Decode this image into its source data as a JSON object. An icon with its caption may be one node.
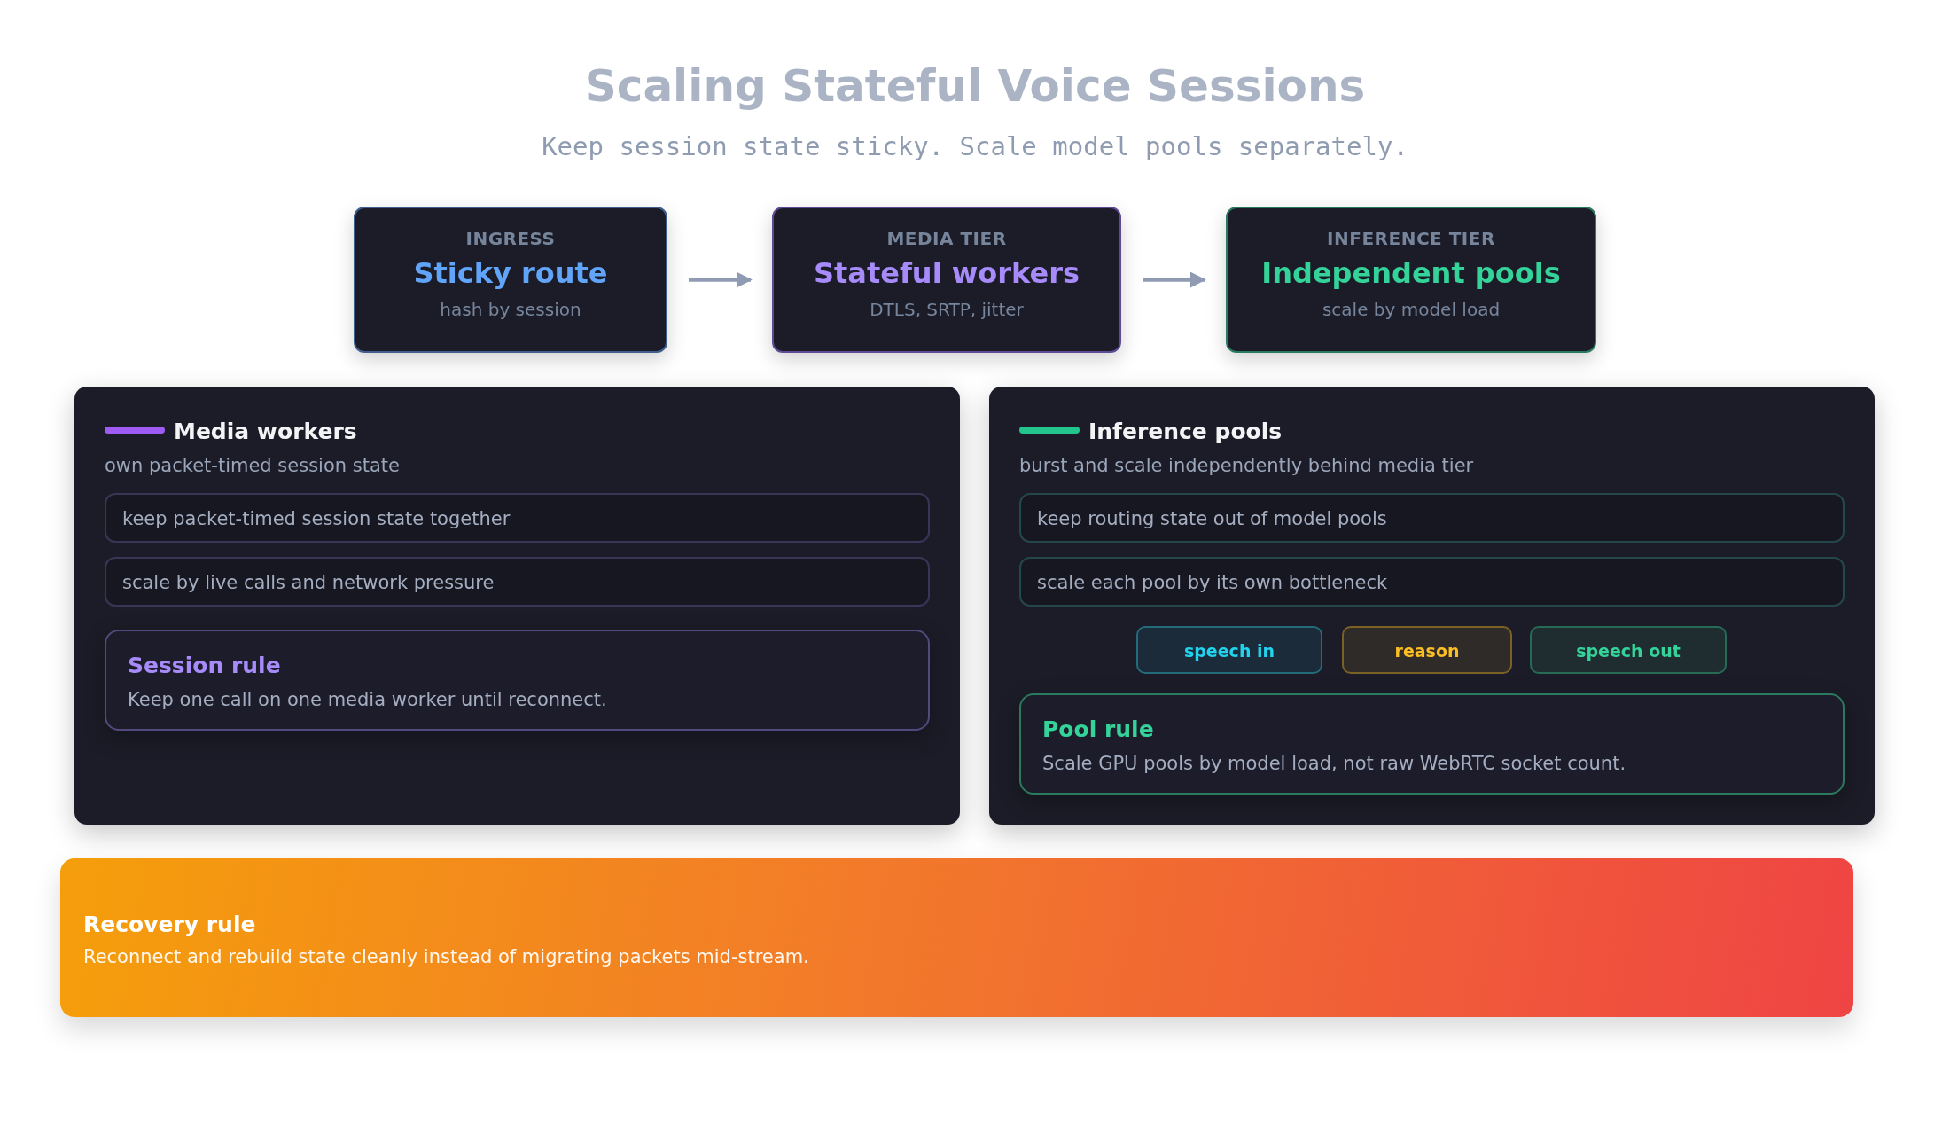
{
  "diagram": {
    "title": "Scaling Stateful Voice Sessions",
    "caption": "Keep session state sticky. Scale model pools separately.",
    "nodes": [
      {
        "text": [
          "INGRESS",
          "Sticky route",
          "hash by session"
        ]
      },
      {
        "text": [
          "MEDIA TIER",
          "Stateful workers",
          "DTLS, SRTP, jitter"
        ]
      },
      {
        "text": [
          "INFERENCE TIER",
          "Independent pools",
          "scale by model load"
        ]
      },
      {
        "text": [
          "Media workers",
          "own packet-timed session state"
        ]
      },
      {
        "text": [
          "keep packet-timed session state together"
        ],
        "in": 3
      },
      {
        "text": [
          "scale by live calls and network pressure"
        ],
        "in": 3
      },
      {
        "text": [
          "Session rule",
          "Keep one call on one media worker until reconnect."
        ],
        "in": 3
      },
      {
        "text": [
          "Inference pools",
          "burst and scale independently behind media tier"
        ]
      },
      {
        "text": [
          "keep routing state out of model pools"
        ],
        "in": 7
      },
      {
        "text": [
          "scale each pool by its own bottleneck"
        ],
        "in": 7
      },
      {
        "text": [
          "speech in"
        ],
        "in": 7
      },
      {
        "text": [
          "reason"
        ],
        "in": 7
      },
      {
        "text": [
          "speech out"
        ],
        "in": 7
      },
      {
        "text": [
          "Pool rule",
          "Scale GPU pools by model load, not raw WebRTC socket count."
        ],
        "in": 7
      },
      {
        "text": [
          "Recovery rule",
          "Reconnect and rebuild state cleanly instead of migrating packets mid-stream."
        ]
      }
    ],
    "edges": [
      {
        "from": 0,
        "to": 1,
        "arrow": "to"
      },
      {
        "from": 1,
        "to": 2,
        "arrow": "to"
      }
    ]
  }
}
